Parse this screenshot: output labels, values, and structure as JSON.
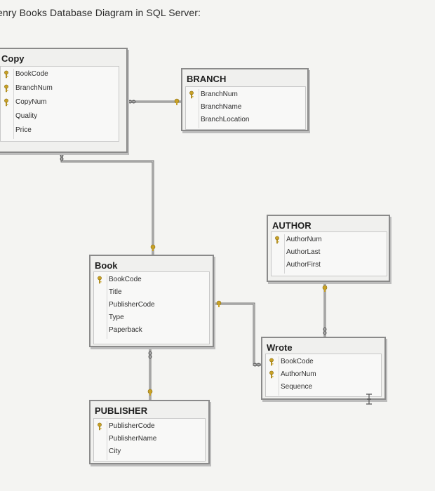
{
  "page": {
    "title": "enry Books Database Diagram in SQL Server:"
  },
  "tables": {
    "copy": {
      "name": "Copy",
      "columns": [
        {
          "name": "BookCode",
          "key": true
        },
        {
          "name": "BranchNum",
          "key": true
        },
        {
          "name": "CopyNum",
          "key": true
        },
        {
          "name": "Quality",
          "key": false
        },
        {
          "name": "Price",
          "key": false
        }
      ]
    },
    "branch": {
      "name": "BRANCH",
      "columns": [
        {
          "name": "BranchNum",
          "key": true
        },
        {
          "name": "BranchName",
          "key": false
        },
        {
          "name": "BranchLocation",
          "key": false
        }
      ]
    },
    "author": {
      "name": "AUTHOR",
      "columns": [
        {
          "name": "AuthorNum",
          "key": true
        },
        {
          "name": "AuthorLast",
          "key": false
        },
        {
          "name": "AuthorFirst",
          "key": false
        }
      ]
    },
    "book": {
      "name": "Book",
      "columns": [
        {
          "name": "BookCode",
          "key": true
        },
        {
          "name": "Title",
          "key": false
        },
        {
          "name": "PublisherCode",
          "key": false
        },
        {
          "name": "Type",
          "key": false
        },
        {
          "name": "Paperback",
          "key": false
        }
      ]
    },
    "wrote": {
      "name": "Wrote",
      "columns": [
        {
          "name": "BookCode",
          "key": true
        },
        {
          "name": "AuthorNum",
          "key": true
        },
        {
          "name": "Sequence",
          "key": false
        }
      ]
    },
    "publisher": {
      "name": "PUBLISHER",
      "columns": [
        {
          "name": "PublisherCode",
          "key": true
        },
        {
          "name": "PublisherName",
          "key": false
        },
        {
          "name": "City",
          "key": false
        }
      ]
    }
  },
  "colors": {
    "key_icon": "#c9a227",
    "line": "#6f6f6f",
    "line_light": "#dcdcdc"
  }
}
